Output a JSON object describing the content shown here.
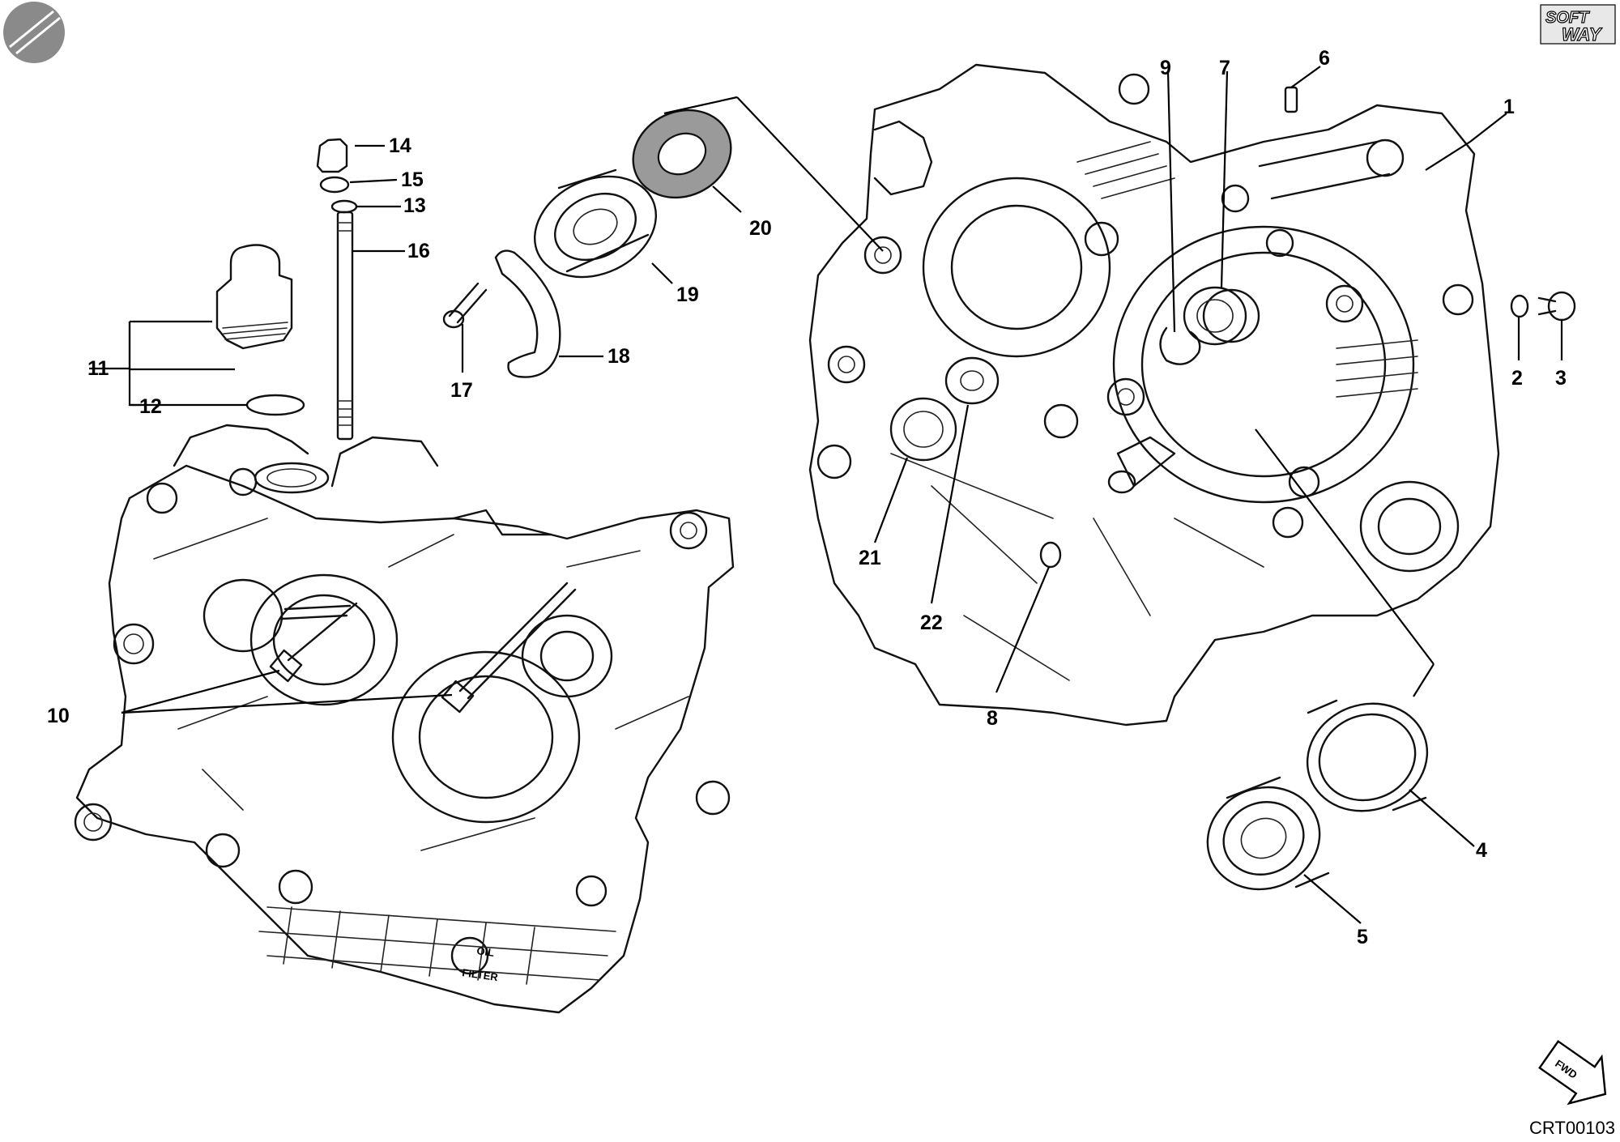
{
  "callouts": [
    {
      "id": "1",
      "label": "1"
    },
    {
      "id": "2",
      "label": "2"
    },
    {
      "id": "3",
      "label": "3"
    },
    {
      "id": "4",
      "label": "4"
    },
    {
      "id": "5",
      "label": "5"
    },
    {
      "id": "6",
      "label": "6"
    },
    {
      "id": "7",
      "label": "7"
    },
    {
      "id": "8",
      "label": "8"
    },
    {
      "id": "9",
      "label": "9"
    },
    {
      "id": "10",
      "label": "10"
    },
    {
      "id": "11",
      "label": "11"
    },
    {
      "id": "12",
      "label": "12"
    },
    {
      "id": "13",
      "label": "13"
    },
    {
      "id": "14",
      "label": "14"
    },
    {
      "id": "15",
      "label": "15"
    },
    {
      "id": "16",
      "label": "16"
    },
    {
      "id": "17",
      "label": "17"
    },
    {
      "id": "18",
      "label": "18"
    },
    {
      "id": "19",
      "label": "19"
    },
    {
      "id": "20",
      "label": "20"
    },
    {
      "id": "21",
      "label": "21"
    },
    {
      "id": "22",
      "label": "22"
    }
  ],
  "embossed": {
    "oil": "OIL",
    "filter": "FILTER"
  },
  "fwd_label": "FWD",
  "logo": {
    "line1": "SOFT",
    "line2": "WAY"
  },
  "drawing_code": "CRT00103",
  "icons": {
    "brand_mark": "round-stamp-icon",
    "direction": "fwd-arrow-icon"
  }
}
